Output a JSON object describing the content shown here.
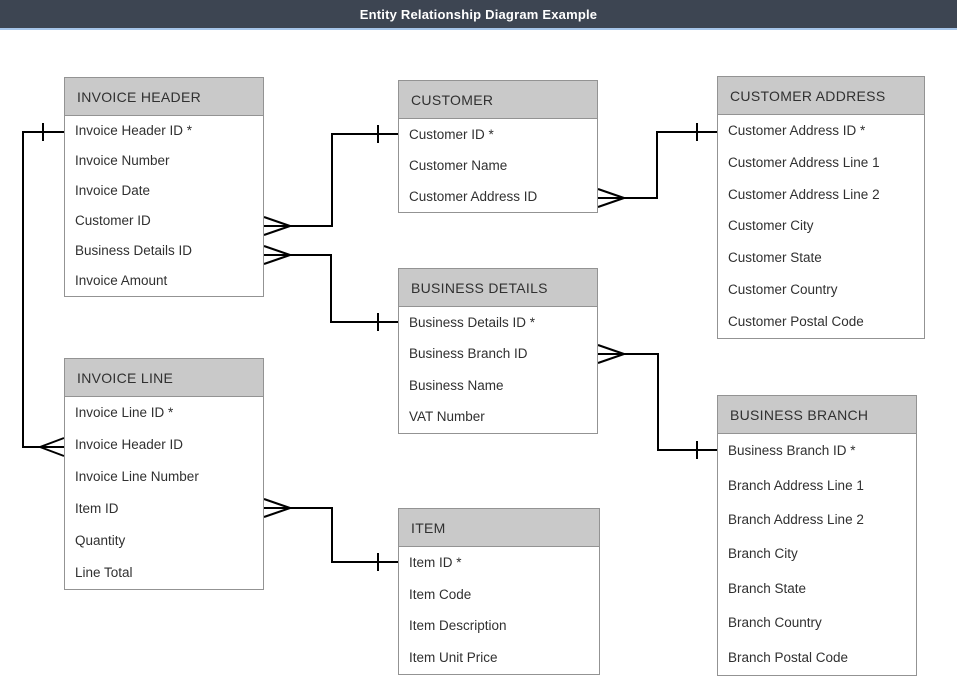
{
  "page": {
    "title": "Entity Relationship Diagram Example"
  },
  "colors": {
    "header_bar": "#3d4552",
    "header_bar_underline": "#a6c5e9",
    "entity_header_bg": "#c9c9c9",
    "entity_border": "#939393",
    "entity_body_bg": "#ffffff",
    "connector": "#000000",
    "text": "#303030",
    "title_text": "#ffffff"
  },
  "entities": [
    {
      "id": "invoice-header",
      "title": "INVOICE HEADER",
      "fields": [
        "Invoice Header ID *",
        "Invoice Number",
        "Invoice Date",
        "Customer ID",
        "Business Details ID",
        "Invoice Amount"
      ]
    },
    {
      "id": "invoice-line",
      "title": "INVOICE LINE",
      "fields": [
        "Invoice Line ID *",
        "Invoice Header ID",
        "Invoice Line Number",
        "Item ID",
        "Quantity",
        "Line Total"
      ]
    },
    {
      "id": "customer",
      "title": "CUSTOMER",
      "fields": [
        "Customer ID *",
        "Customer Name",
        "Customer Address ID"
      ]
    },
    {
      "id": "business-details",
      "title": "BUSINESS DETAILS",
      "fields": [
        "Business Details ID *",
        "Business Branch ID",
        "Business Name",
        "VAT Number"
      ]
    },
    {
      "id": "item",
      "title": "ITEM",
      "fields": [
        "Item ID *",
        "Item Code",
        "Item Description",
        "Item Unit Price"
      ]
    },
    {
      "id": "customer-address",
      "title": "CUSTOMER ADDRESS",
      "fields": [
        "Customer Address ID *",
        "Customer Address Line 1",
        "Customer Address Line 2",
        "Customer City",
        "Customer State",
        "Customer Country",
        "Customer Postal Code"
      ]
    },
    {
      "id": "business-branch",
      "title": "BUSINESS BRANCH",
      "fields": [
        "Business Branch ID *",
        "Branch Address Line 1",
        "Branch Address Line 2",
        "Branch City",
        "Branch State",
        "Branch Country",
        "Branch Postal Code"
      ]
    }
  ],
  "relationships": [
    {
      "one_side": "INVOICE HEADER.Invoice Header ID",
      "many_side": "INVOICE LINE.Invoice Header ID"
    },
    {
      "one_side": "CUSTOMER.Customer ID",
      "many_side": "INVOICE HEADER.Customer ID"
    },
    {
      "one_side": "BUSINESS DETAILS.Business Details ID",
      "many_side": "INVOICE HEADER.Business Details ID"
    },
    {
      "one_side": "CUSTOMER ADDRESS.Customer Address ID",
      "many_side": "CUSTOMER.Customer Address ID"
    },
    {
      "one_side": "BUSINESS BRANCH.Business Branch ID",
      "many_side": "BUSINESS DETAILS.Business Branch ID"
    },
    {
      "one_side": "ITEM.Item ID",
      "many_side": "INVOICE LINE.Item ID"
    }
  ]
}
